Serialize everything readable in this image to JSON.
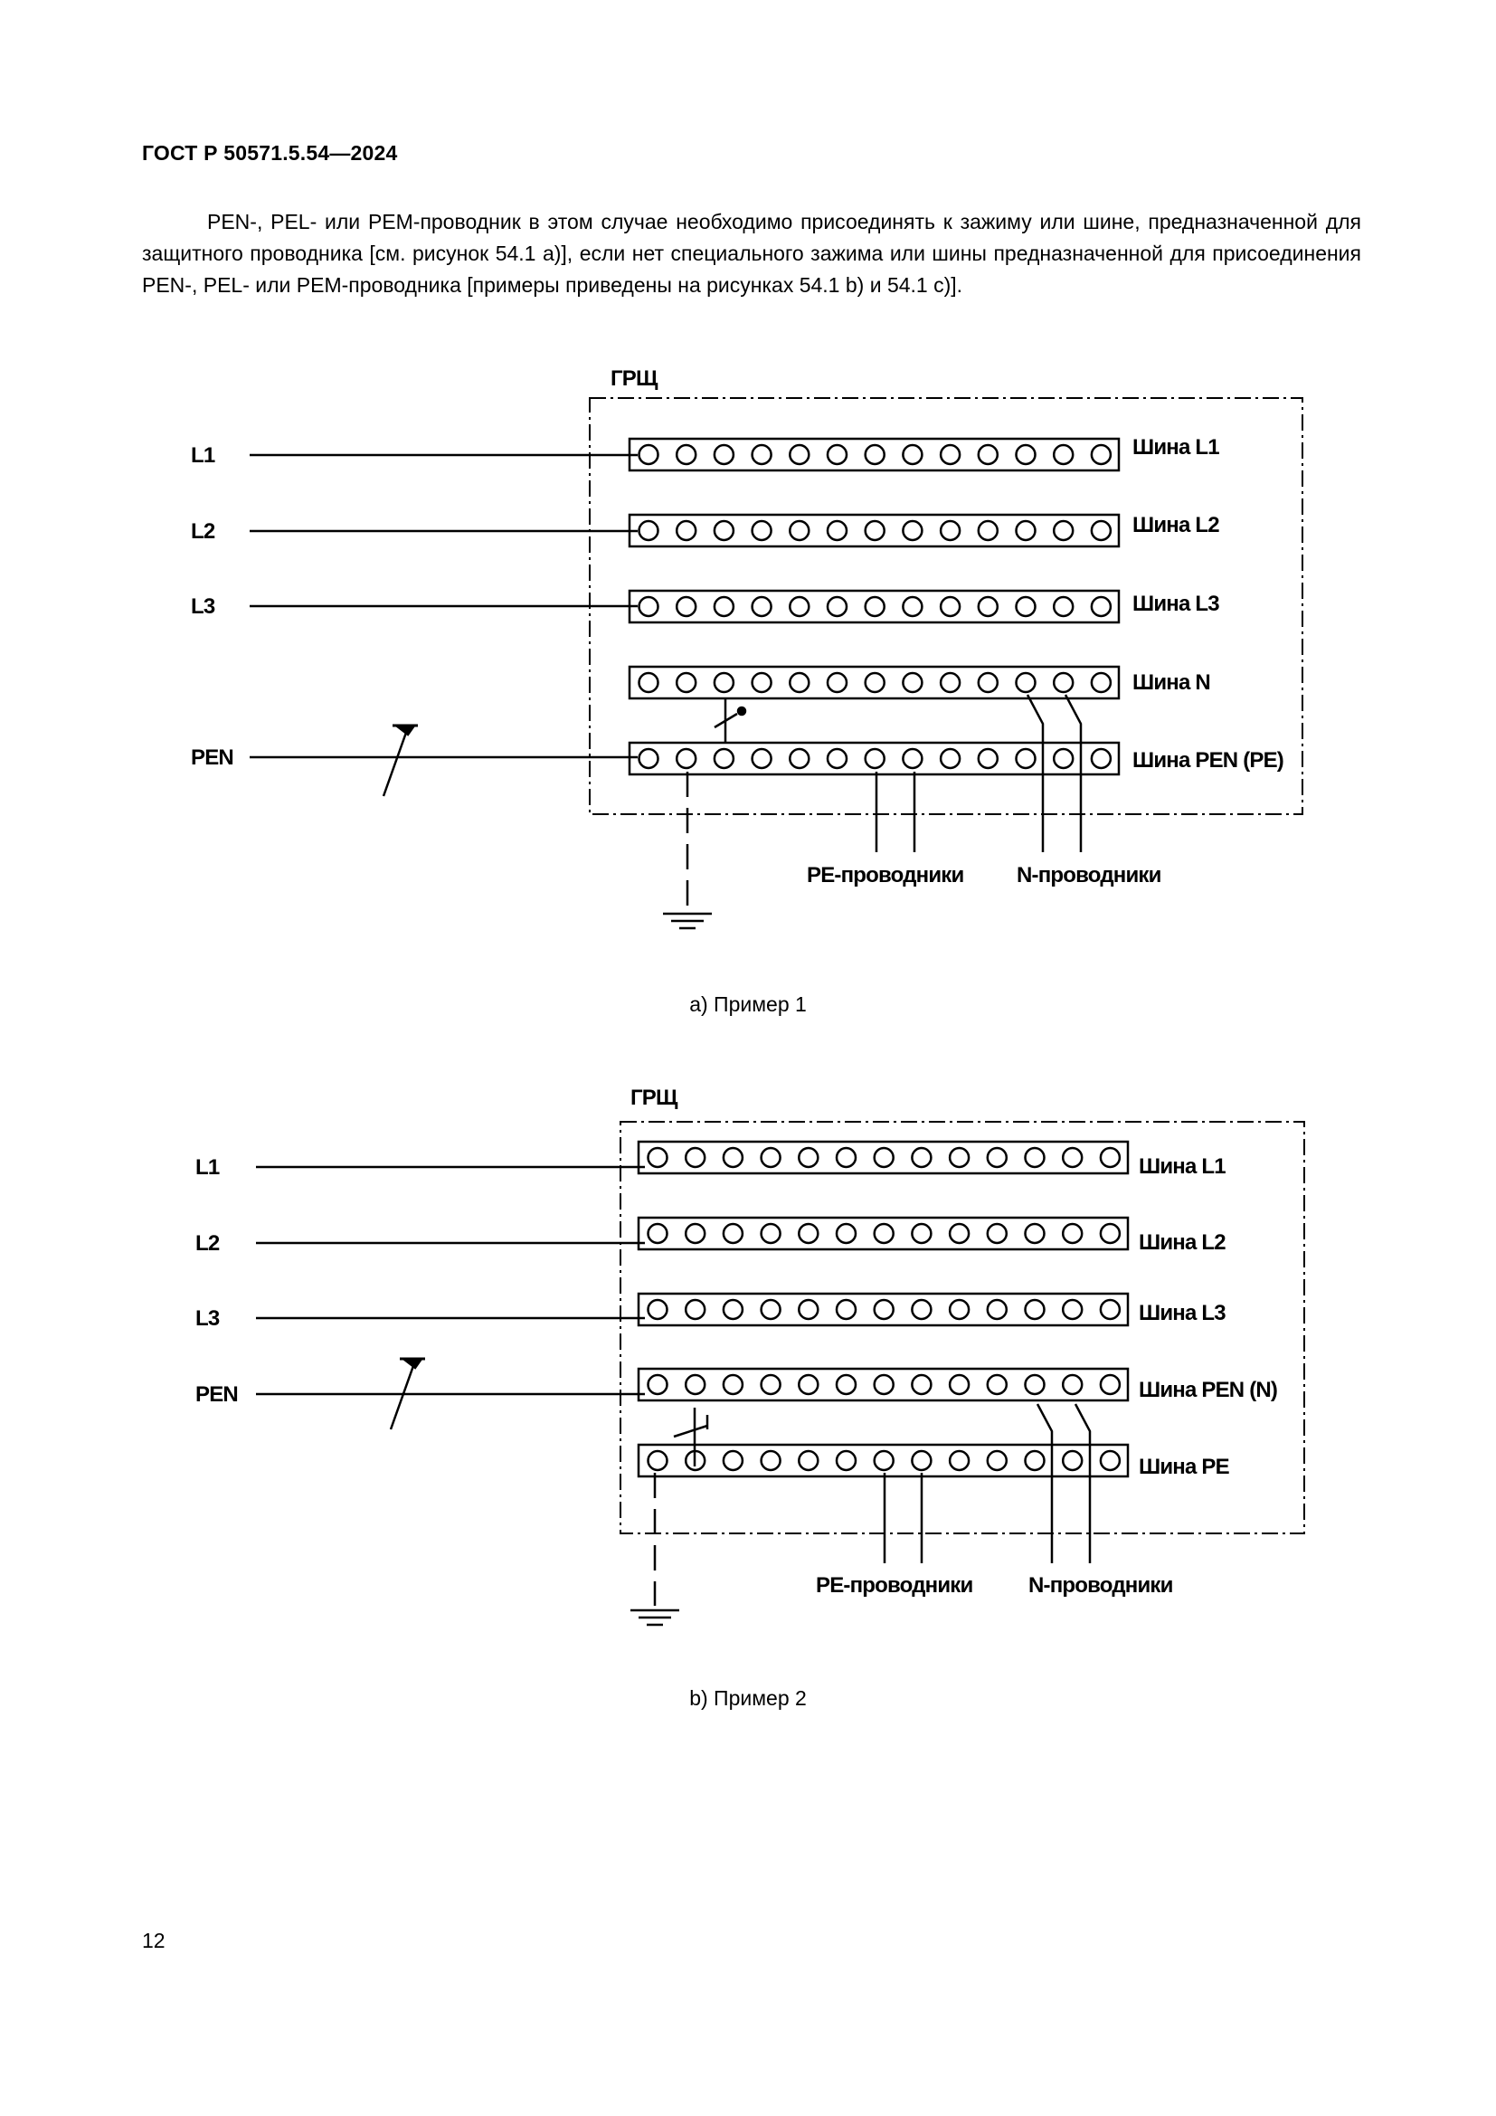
{
  "header": {
    "title": "ГОСТ Р 50571.5.54—2024"
  },
  "paragraph": "PEN-, PEL- или PEM-проводник в этом случае необходимо присоединять к зажиму или шине, предназначенной для защитного проводника [см. рисунок 54.1 a)], если нет специального зажима или шины предназначенной для присоединения PEN-, PEL- или PEM-проводника [примеры приведены на рисунках 54.1 b) и 54.1 c)].",
  "figure_a": {
    "panel_label": "ГРЩ",
    "incoming": [
      "L1",
      "L2",
      "L3",
      "PEN"
    ],
    "bars": [
      "Шина L1",
      "Шина L2",
      "Шина L3",
      "Шина N",
      "Шина PEN (PE)"
    ],
    "pe_label": "PE-проводники",
    "n_label": "N-проводники",
    "caption": "a) Пример 1"
  },
  "figure_b": {
    "panel_label": "ГРЩ",
    "incoming": [
      "L1",
      "L2",
      "L3",
      "PEN"
    ],
    "bars": [
      "Шина L1",
      "Шина L2",
      "Шина L3",
      "Шина PEN (N)",
      "Шина PE"
    ],
    "pe_label": "PE-проводники",
    "n_label": "N-проводники",
    "caption": "b) Пример 2"
  },
  "page_number": "12"
}
